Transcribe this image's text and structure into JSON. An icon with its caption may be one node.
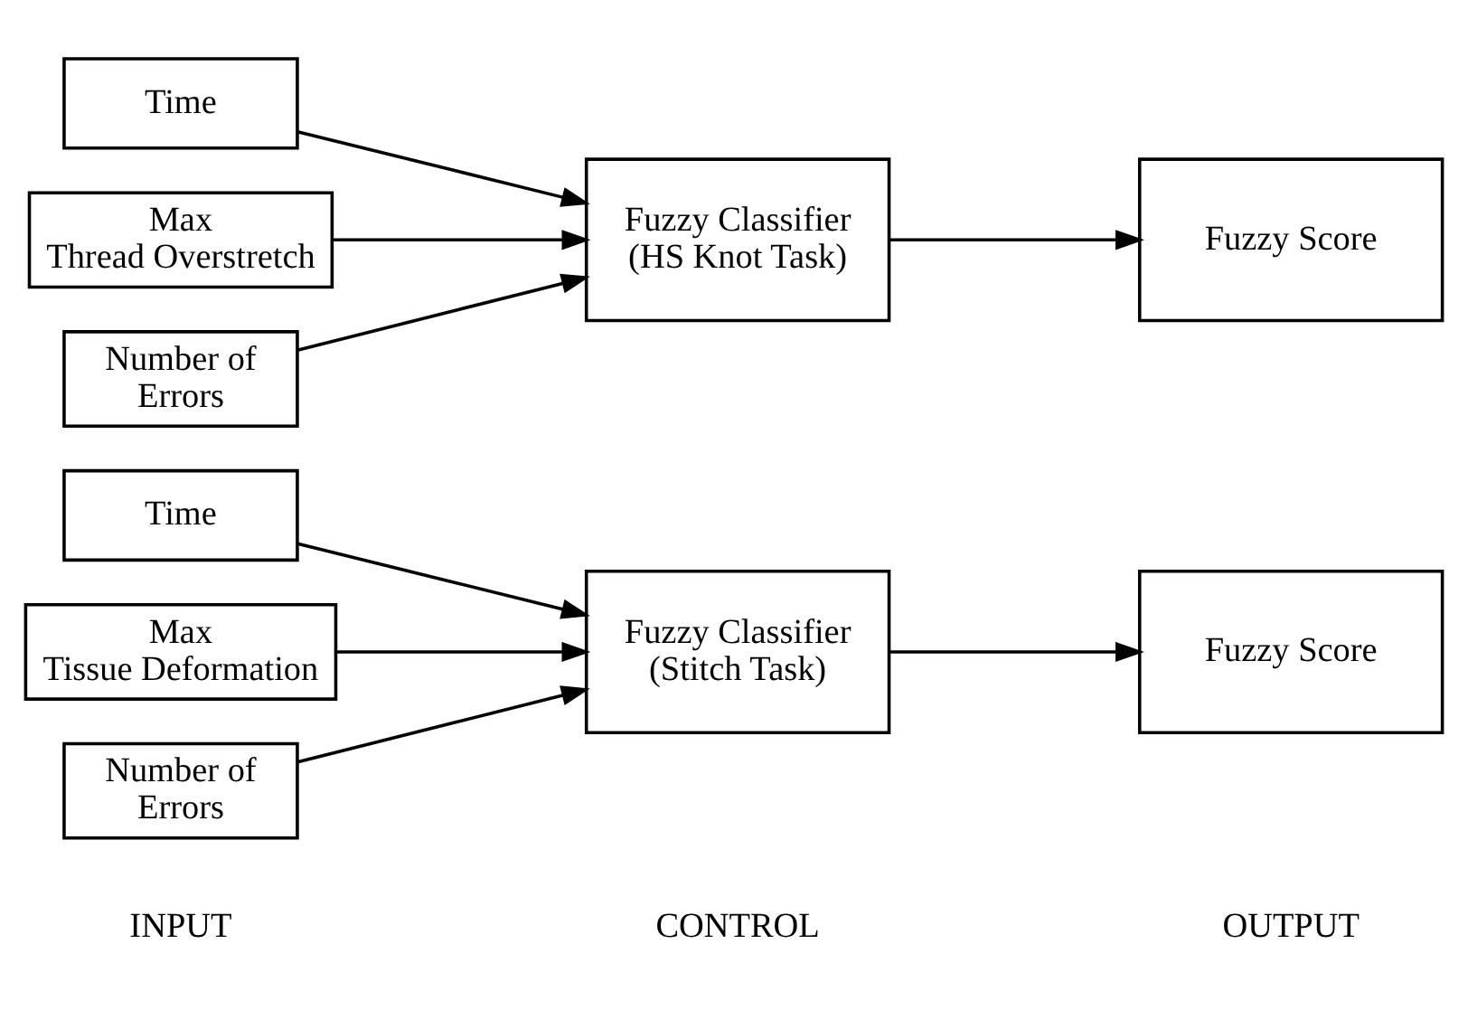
{
  "diagram": {
    "nodes": [
      {
        "text": [
          "Time"
        ]
      },
      {
        "text": [
          "Max Tissue Deformation"
        ]
      },
      {
        "text": [
          "Number of Errors"
        ]
      },
      {
        "text": [
          "Fuzzy Classifier (Stitch Task)"
        ]
      },
      {
        "text": [
          "Fuzzy Score"
        ]
      },
      {
        "text": [
          "Time"
        ]
      },
      {
        "text": [
          "Max Thread Overstretch"
        ]
      },
      {
        "text": [
          "Number of Errors"
        ]
      },
      {
        "text": [
          "Fuzzy Classifier (HS Knot Task)"
        ]
      },
      {
        "text": [
          "Fuzzy Score"
        ]
      }
    ],
    "edges": [
      {
        "from": 0,
        "to": 3,
        "arrow": "to"
      },
      {
        "from": 1,
        "to": 3,
        "arrow": "to"
      },
      {
        "from": 2,
        "to": 3,
        "arrow": "to"
      },
      {
        "from": 3,
        "to": 4,
        "arrow": "to"
      },
      {
        "from": 5,
        "to": 8,
        "arrow": "to"
      },
      {
        "from": 6,
        "to": 8,
        "arrow": "to"
      },
      {
        "from": 7,
        "to": 8,
        "arrow": "to"
      },
      {
        "from": 8,
        "to": 9,
        "arrow": "to"
      }
    ],
    "labels": [
      "INPUT",
      "CONTROL",
      "OUTPUT"
    ]
  }
}
